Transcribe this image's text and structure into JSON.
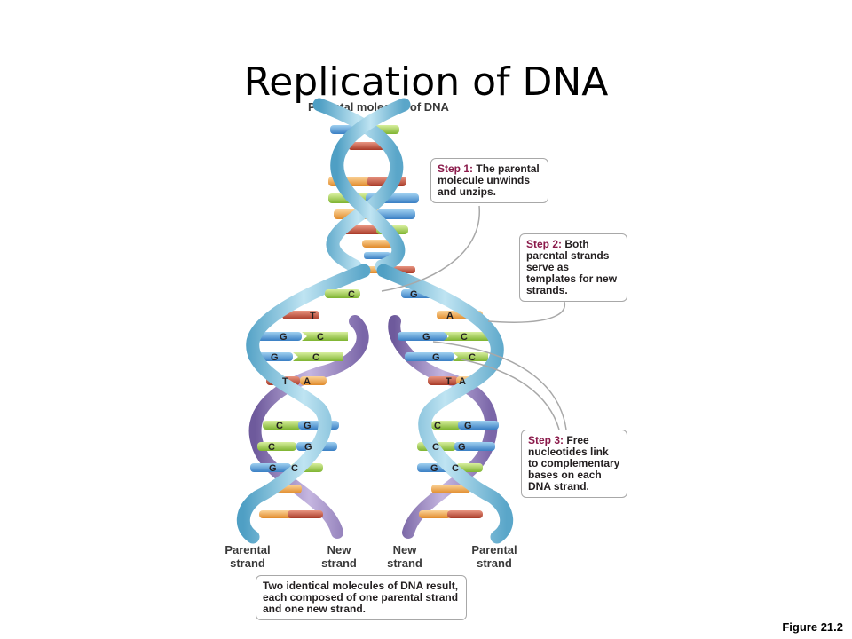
{
  "title": "Replication of DNA",
  "heading": "Parental molecule of DNA",
  "steps": [
    {
      "label": "Step 1:",
      "text": "The parental molecule unwinds and unzips."
    },
    {
      "label": "Step 2:",
      "text": "Both parental strands serve as templates for new strands."
    },
    {
      "label": "Step 3:",
      "text": "Free nucleotides link to complementary bases on each DNA strand."
    }
  ],
  "strand_labels": {
    "parental_left": "Parental strand",
    "new_left": "New strand",
    "new_right": "New strand",
    "parental_right": "Parental strand"
  },
  "result": "Two identical molecules of DNA result, each composed of one parental strand and one new strand.",
  "figure": "Figure 21.2",
  "bases": {
    "fork": {
      "left": "C",
      "right": "G"
    },
    "left_rows": [
      [
        "T",
        ""
      ],
      [
        "G",
        "C"
      ],
      [
        "G",
        "C"
      ],
      [
        "T",
        "A"
      ],
      [
        "C",
        "G"
      ],
      [
        "C",
        "G"
      ],
      [
        "G",
        "C"
      ]
    ],
    "right_rows": [
      [
        "A",
        ""
      ],
      [
        "G",
        "C"
      ],
      [
        "G",
        "C"
      ],
      [
        "T",
        "A"
      ],
      [
        "C",
        "G"
      ],
      [
        "C",
        "G"
      ],
      [
        "G",
        "C"
      ]
    ]
  },
  "colors": {
    "parental_strand": "#8cc6dd",
    "new_strand": "#9b86bd",
    "base_blue": "#4f95d6",
    "base_green": "#9ccb4a",
    "base_orange": "#f0a64b",
    "base_red": "#c9503c",
    "step_label": "#8a1a4a"
  }
}
